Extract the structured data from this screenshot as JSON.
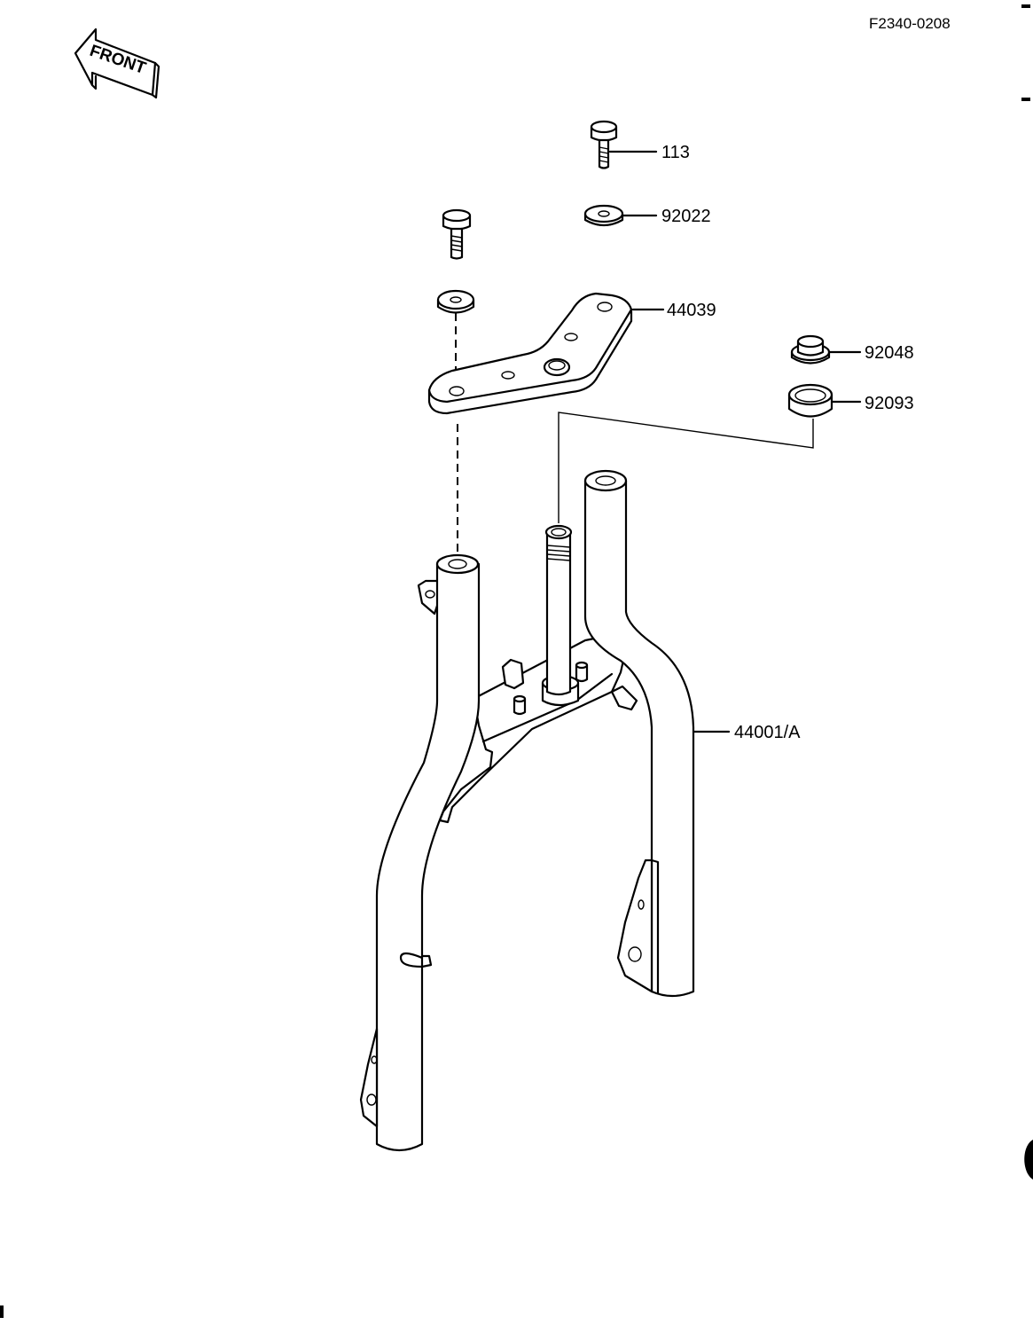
{
  "diagram_code": "F2340-0208",
  "front_label": "FRONT",
  "parts": [
    {
      "id": "p113",
      "number": "113"
    },
    {
      "id": "p92022",
      "number": "92022"
    },
    {
      "id": "p44039",
      "number": "44039"
    },
    {
      "id": "p92048",
      "number": "92048"
    },
    {
      "id": "p92093",
      "number": "92093"
    },
    {
      "id": "p44001",
      "number": "44001/A"
    }
  ]
}
